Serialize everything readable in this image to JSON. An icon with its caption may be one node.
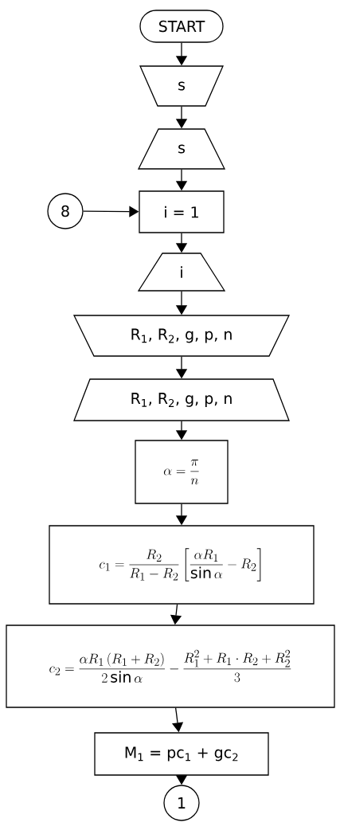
{
  "diagram": {
    "nodes": [
      {
        "text": [
          "START"
        ]
      },
      {
        "text": [
          "s"
        ]
      },
      {
        "text": [
          "s"
        ]
      },
      {
        "text": [
          "8"
        ]
      },
      {
        "text": [
          "i = 1"
        ]
      },
      {
        "text": [
          "i"
        ]
      },
      {
        "text": [
          "R$_{1}$, R$_{2}$, g, p, n"
        ]
      },
      {
        "text": [
          "R$_{1}$, R$_{2}$, g, p, n"
        ]
      },
      {
        "text": [
          "\\alpha = \\frac{\\pi}{n}"
        ]
      },
      {
        "text": [
          "c_1 = \\frac{R_2}{R_1 - R_2}\\left[\\frac{\\alpha R_1}{\\sin\\alpha} - R_2\\right]"
        ]
      },
      {
        "text": [
          "c_2 = \\frac{\\alpha R_1\\,(R_1 + R_2)}{2\\sin\\alpha} - \\frac{R_1^2 + R_1\\cdot R_2 + R_2^2}{3}"
        ]
      },
      {
        "text": [
          "M$_{1}$ = pc$_{1}$ + gc$_{2}$"
        ]
      },
      {
        "text": [
          "1"
        ]
      }
    ],
    "edges": [
      {
        "from": 0,
        "to": 1,
        "arrow": "to"
      },
      {
        "from": 1,
        "to": 2,
        "arrow": "to"
      },
      {
        "from": 2,
        "to": 4,
        "arrow": "to"
      },
      {
        "from": 3,
        "to": 4,
        "arrow": "to"
      },
      {
        "from": 4,
        "to": 5,
        "arrow": "to"
      },
      {
        "from": 5,
        "to": 6,
        "arrow": "to"
      },
      {
        "from": 6,
        "to": 7,
        "arrow": "to"
      },
      {
        "from": 7,
        "to": 8,
        "arrow": "to"
      },
      {
        "from": 8,
        "to": 9,
        "arrow": "to"
      },
      {
        "from": 9,
        "to": 10,
        "arrow": "to"
      },
      {
        "from": 10,
        "to": 11,
        "arrow": "to"
      },
      {
        "from": 11,
        "to": 12,
        "arrow": "to"
      }
    ]
  }
}
